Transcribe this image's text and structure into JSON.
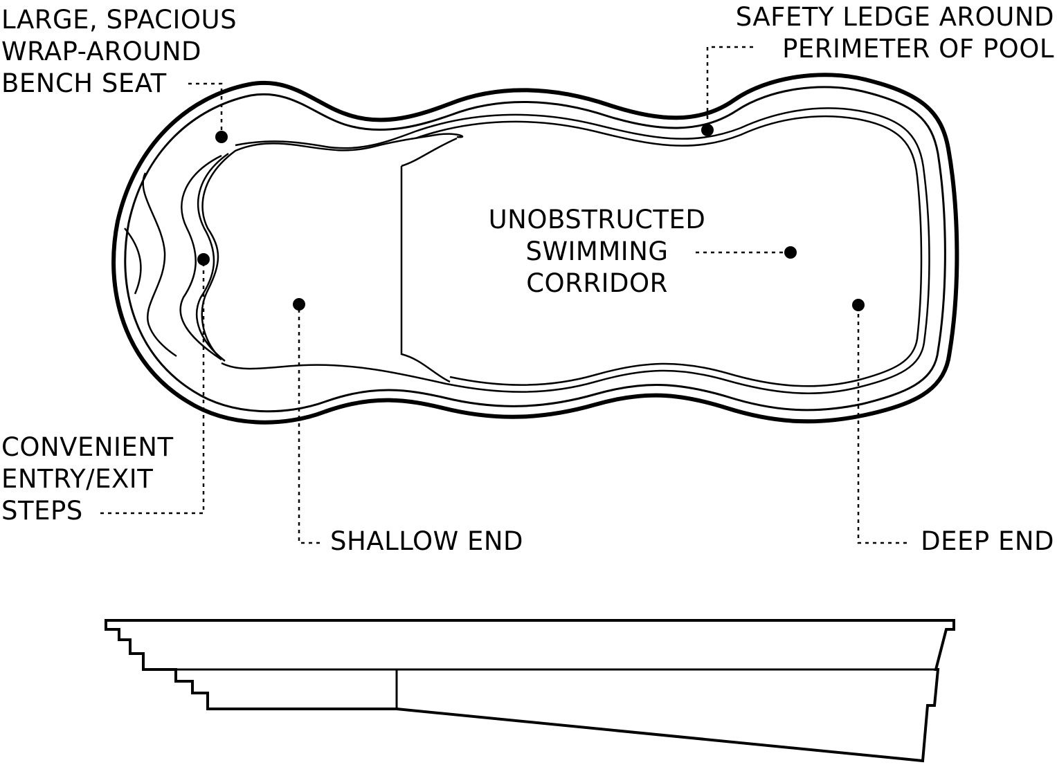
{
  "callouts": {
    "bench_seat": [
      "LARGE, SPACIOUS",
      "WRAP-AROUND",
      "BENCH SEAT"
    ],
    "safety_ledge": [
      "SAFETY LEDGE AROUND",
      "PERIMETER OF POOL"
    ],
    "swimming_corridor": [
      "UNOBSTRUCTED",
      "SWIMMING",
      "CORRIDOR"
    ],
    "entry_steps": [
      "CONVENIENT",
      "ENTRY/EXIT",
      "STEPS"
    ],
    "shallow_end": "SHALLOW END",
    "deep_end": "DEEP END"
  },
  "colors": {
    "line": "#000000",
    "background": "#ffffff"
  }
}
